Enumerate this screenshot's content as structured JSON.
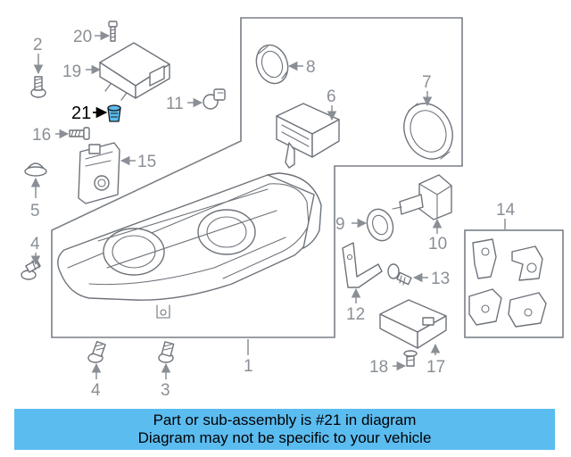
{
  "highlight_color": "#5bbcf0",
  "highlighted_part": "21",
  "callouts": {
    "c1": "1",
    "c2": "2",
    "c3": "3",
    "c4a": "4",
    "c4b": "4",
    "c5": "5",
    "c6": "6",
    "c7": "7",
    "c8": "8",
    "c9": "9",
    "c10": "10",
    "c11": "11",
    "c12": "12",
    "c13": "13",
    "c14": "14",
    "c15": "15",
    "c16": "16",
    "c17": "17",
    "c18": "18",
    "c19": "19",
    "c20": "20",
    "c21": "21"
  },
  "banner": {
    "line1": "Part or sub-assembly is #21 in diagram",
    "line2": "Diagram may not be specific to your vehicle"
  }
}
